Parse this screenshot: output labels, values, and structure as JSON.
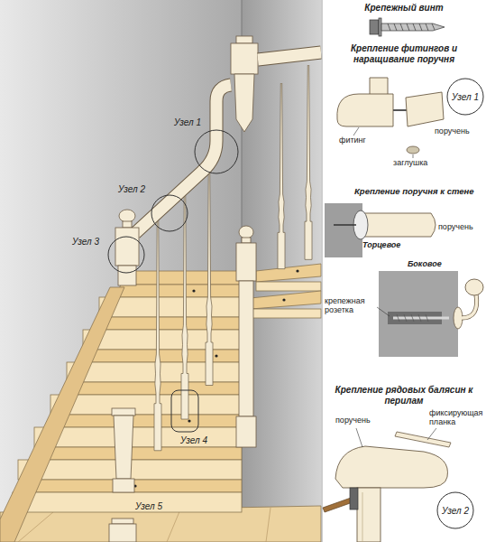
{
  "diagram": {
    "nodes": [
      {
        "text": [
          "Узел 1"
        ]
      },
      {
        "text": [
          "Узел 2"
        ]
      }
    ],
    "labels": [
      "Крепежный винт",
      "Крепление фитингов и наращивание поручня",
      "поручень",
      "фитинг",
      "заглушка",
      "Узел 1",
      "Крепление поручня к стене",
      "Торцевое",
      "поручень",
      "Узел 2",
      "Узел 3",
      "Боковое",
      "крепежная розетка",
      "Крепление рядовых балясин к перилам",
      "поручень",
      "фиксирующая планка",
      "Узел 4",
      "Узел 5"
    ]
  }
}
